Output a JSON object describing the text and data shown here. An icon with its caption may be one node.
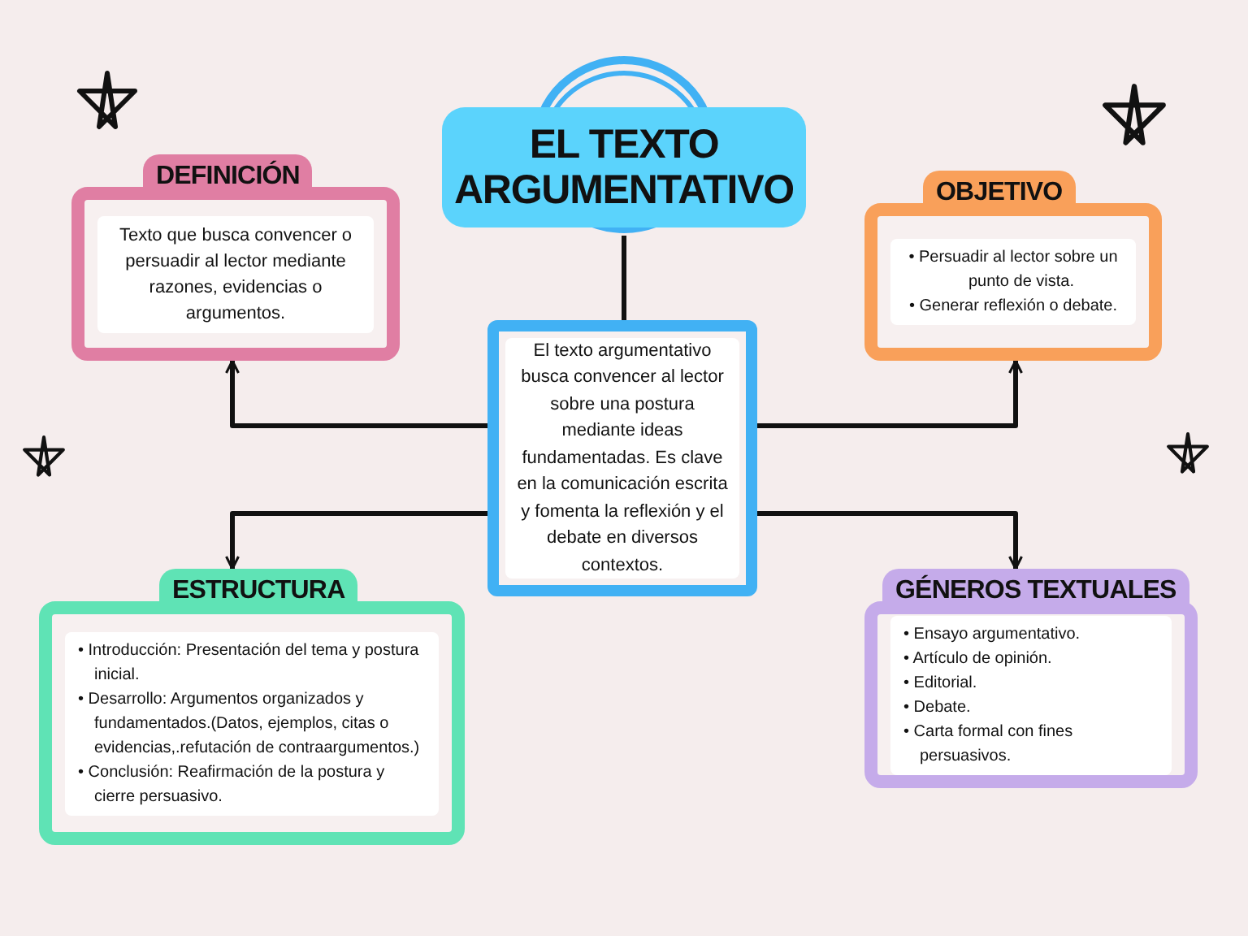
{
  "diagram": {
    "nodes": [
      {
        "text": [
          "EL TEXTO ARGUMENTATIVO"
        ]
      },
      {
        "text": [
          "El texto argumentativo busca convencer al lector sobre una postura mediante ideas fundamentadas. Es clave en la comunicación escrita y fomenta la reflexión y el debate en diversos contextos."
        ]
      },
      {
        "text": [
          "DEFINICIÓN",
          "Texto que busca convencer o persuadir al lector mediante razones, evidencias o argumentos."
        ]
      },
      {
        "text": [
          "OBJETIVO",
          "• Persuadir al lector sobre un punto de vista.",
          "• Generar reflexión o debate."
        ]
      },
      {
        "text": [
          "ESTRUCTURA",
          "• Introducción: Presentación del tema y postura inicial.",
          "• Desarrollo: Argumentos organizados y fundamentados.(Datos, ejemplos, citas o evidencias,.refutación de contraargumentos.)",
          "• Conclusión: Reafirmación de la postura y cierre persuasivo."
        ]
      },
      {
        "text": [
          "GÉNEROS TEXTUALES",
          "• Ensayo argumentativo.",
          "• Artículo de opinión.",
          "• Editorial.",
          "• Debate.",
          "• Carta formal con fines persuasivos."
        ]
      }
    ],
    "edges": [
      {
        "from": 0,
        "to": 1,
        "arrow": "none"
      },
      {
        "from": 1,
        "to": 2,
        "arrow": "to"
      },
      {
        "from": 1,
        "to": 3,
        "arrow": "to"
      },
      {
        "from": 1,
        "to": 4,
        "arrow": "to"
      },
      {
        "from": 1,
        "to": 5,
        "arrow": "to"
      }
    ]
  }
}
